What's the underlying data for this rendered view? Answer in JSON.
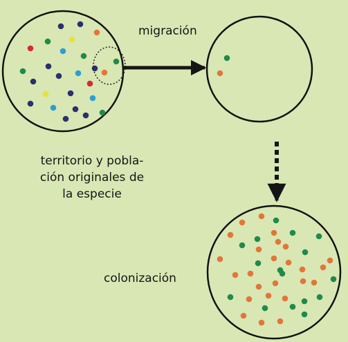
{
  "labels": {
    "migration": "migración",
    "origin_line1": "territorio y pobla-",
    "origin_line2": "ción originales de",
    "origin_line3": "la especie",
    "colonization": "colonización"
  },
  "colors": {
    "background": "#d9e7b4",
    "outline": "#111111",
    "arrow": "#151515",
    "dot_navy": "#2b2f6e",
    "dot_orange": "#e2763a",
    "dot_green": "#1f8a4a",
    "dot_red": "#d8283a",
    "dot_yellow": "#e8e23a",
    "dot_blue": "#2a9fd6"
  }
}
